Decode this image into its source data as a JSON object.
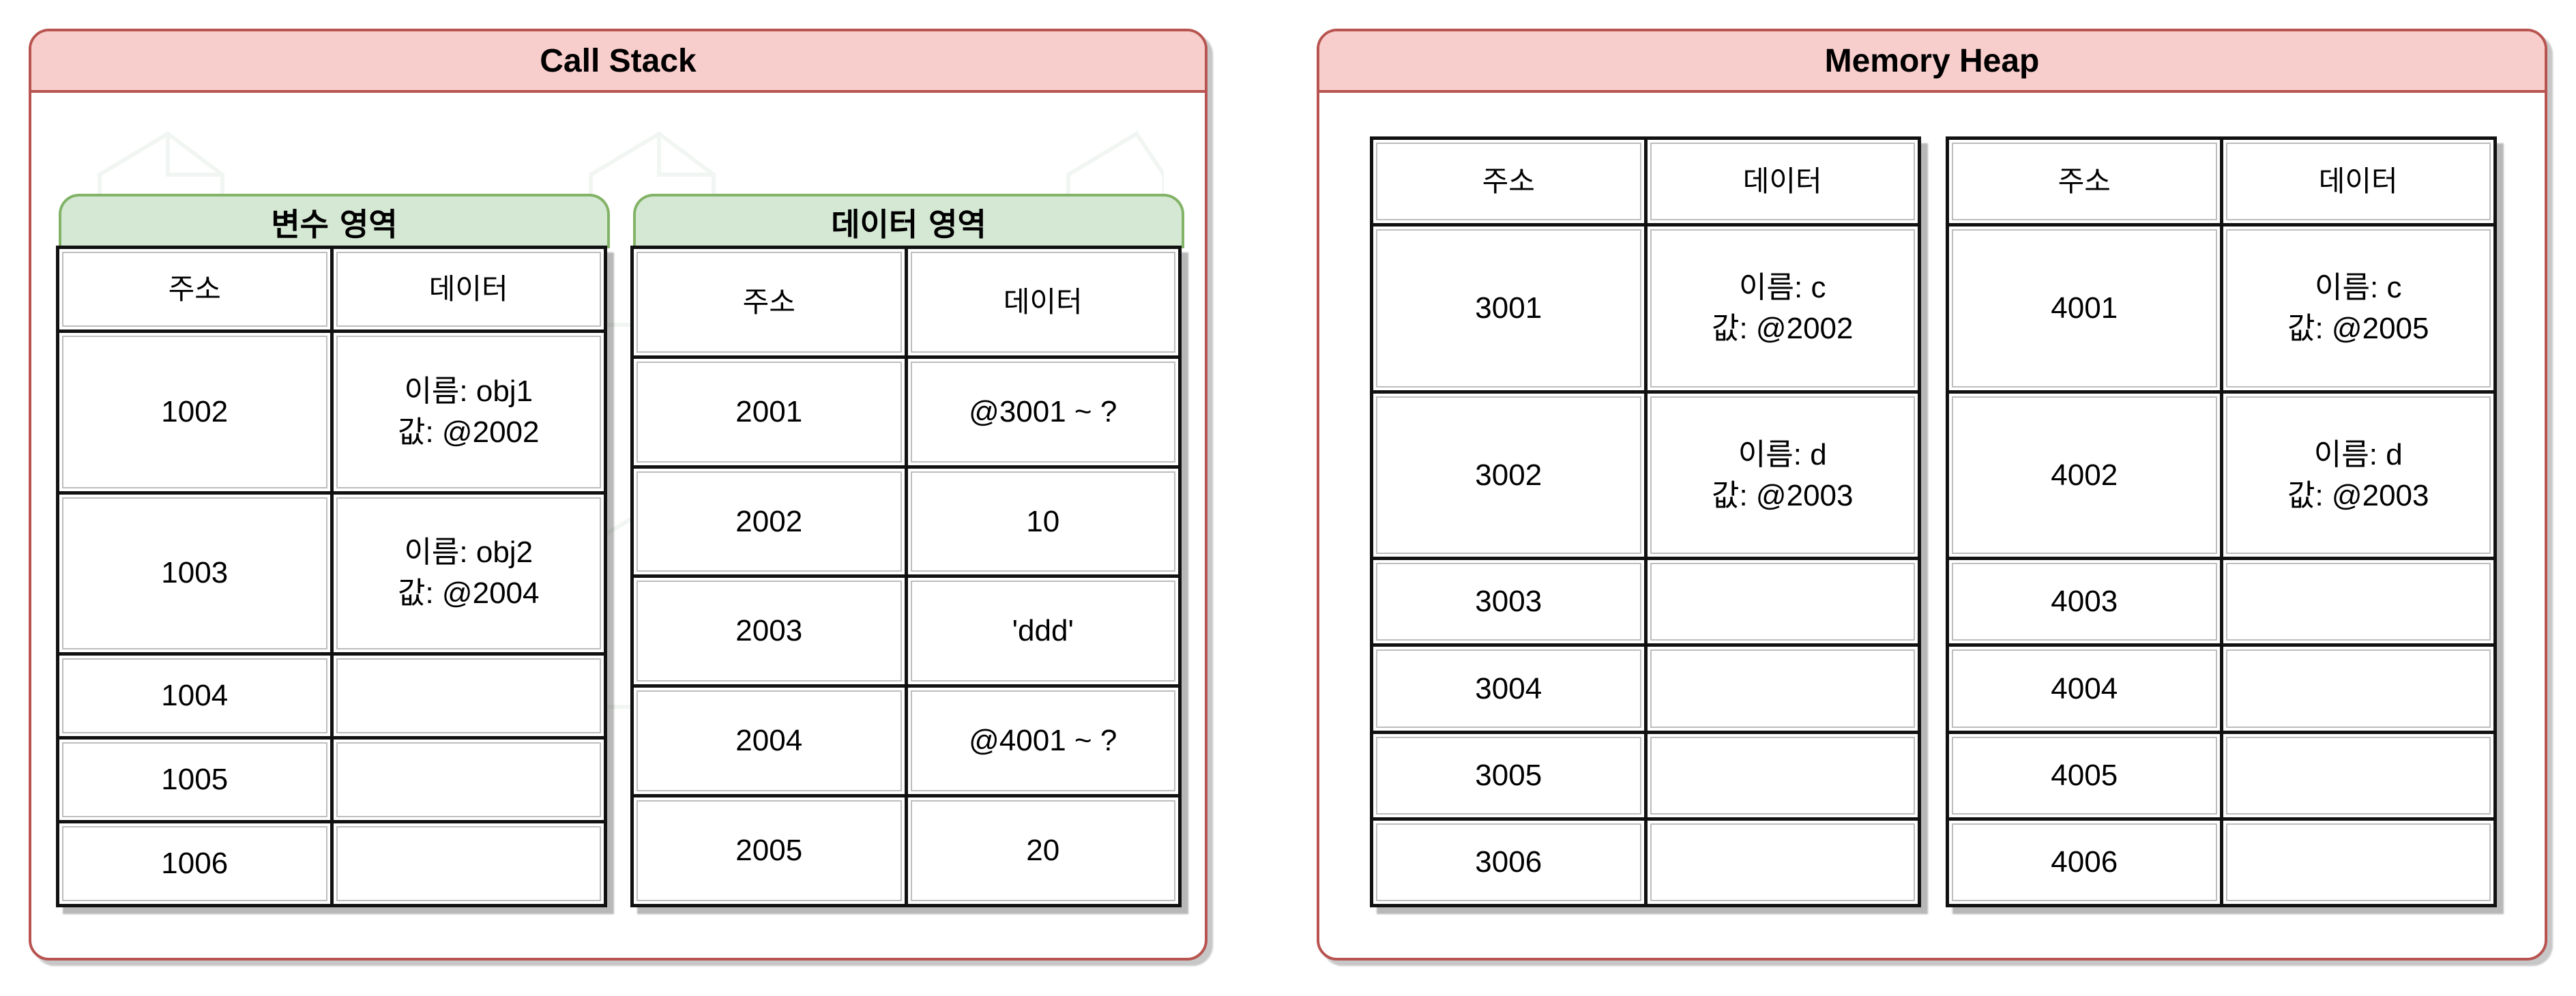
{
  "call_stack": {
    "title": "Call Stack",
    "variable_area": {
      "title": "변수 영역",
      "headers": [
        "주소",
        "데이터"
      ],
      "rows": [
        {
          "address": "1002",
          "data": [
            "이름: obj1",
            "값: @2002"
          ]
        },
        {
          "address": "1003",
          "data": [
            "이름: obj2",
            "값: @2004"
          ]
        },
        {
          "address": "1004",
          "data": []
        },
        {
          "address": "1005",
          "data": []
        },
        {
          "address": "1006",
          "data": []
        }
      ]
    },
    "data_area": {
      "title": "데이터 영역",
      "headers": [
        "주소",
        "데이터"
      ],
      "rows": [
        {
          "address": "2001",
          "data": [
            "@3001 ~ ?"
          ]
        },
        {
          "address": "2002",
          "data": [
            "10"
          ]
        },
        {
          "address": "2003",
          "data": [
            "'ddd'"
          ]
        },
        {
          "address": "2004",
          "data": [
            "@4001 ~ ?"
          ]
        },
        {
          "address": "2005",
          "data": [
            "20"
          ]
        }
      ]
    }
  },
  "memory_heap": {
    "title": "Memory Heap",
    "table_1": {
      "headers": [
        "주소",
        "데이터"
      ],
      "rows": [
        {
          "address": "3001",
          "data": [
            "이름: c",
            "값: @2002"
          ]
        },
        {
          "address": "3002",
          "data": [
            "이름: d",
            "값: @2003"
          ]
        },
        {
          "address": "3003",
          "data": []
        },
        {
          "address": "3004",
          "data": []
        },
        {
          "address": "3005",
          "data": []
        },
        {
          "address": "3006",
          "data": []
        }
      ]
    },
    "table_2": {
      "headers": [
        "주소",
        "데이터"
      ],
      "rows": [
        {
          "address": "4001",
          "data": [
            "이름: c",
            "값: @2005"
          ]
        },
        {
          "address": "4002",
          "data": [
            "이름: d",
            "값: @2003"
          ]
        },
        {
          "address": "4003",
          "data": []
        },
        {
          "address": "4004",
          "data": []
        },
        {
          "address": "4005",
          "data": []
        },
        {
          "address": "4006",
          "data": []
        }
      ]
    }
  },
  "colors": {
    "container_fill": "#f8cecc",
    "container_stroke": "#b85450",
    "area_fill": "#d5e8d4",
    "area_stroke": "#82b366",
    "grid_line": "#111111"
  }
}
